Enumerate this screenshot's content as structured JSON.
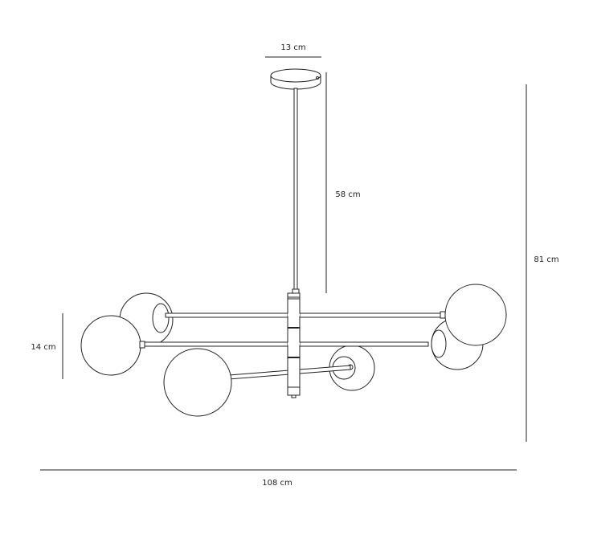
{
  "dimensions": {
    "canopy_width": "13 cm",
    "rod_length": "58 cm",
    "total_height": "81 cm",
    "body_height": "14 cm",
    "total_width": "108 cm"
  },
  "colors": {
    "line": "#222222",
    "background": "#ffffff"
  }
}
